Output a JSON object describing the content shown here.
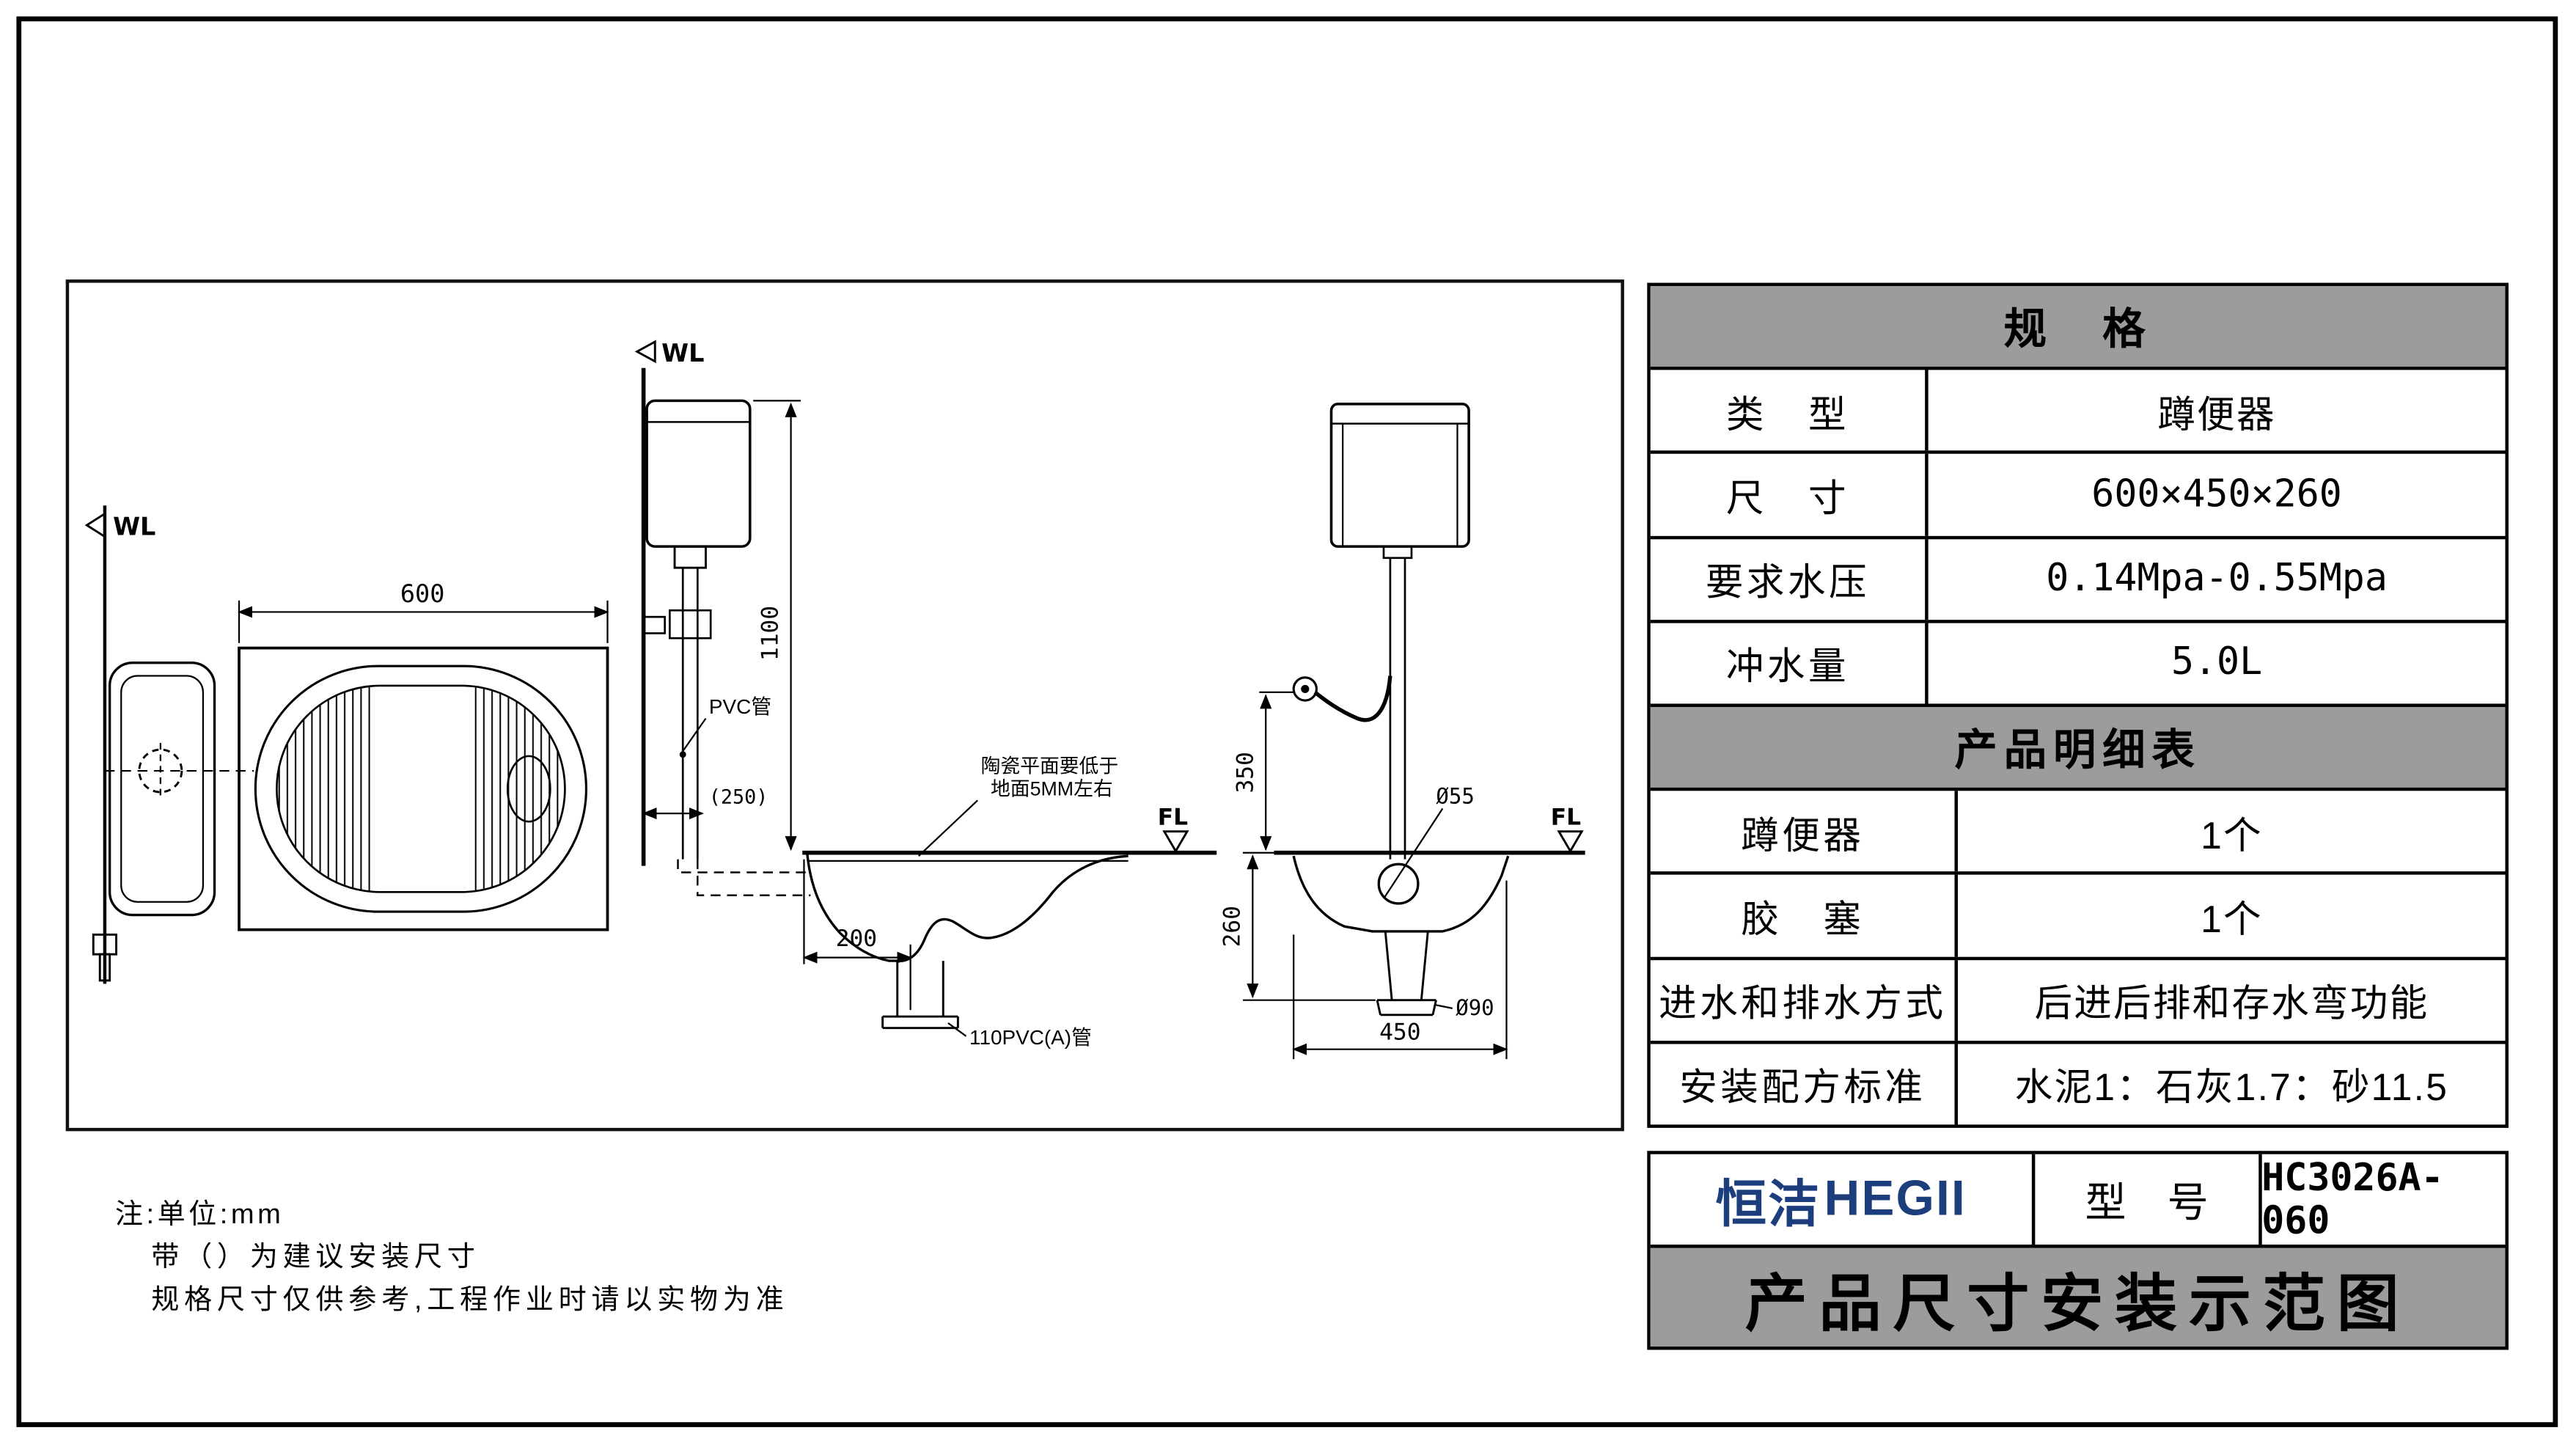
{
  "drawing": {
    "top_view": {
      "wl_label": "WL",
      "width_dim": "600"
    },
    "side_view": {
      "wl_label": "WL",
      "fl_label": "FL",
      "height_dim": "1100",
      "inset_dim": "(250)",
      "pvc_pipe_label": "PVC管",
      "ceramic_note_1": "陶瓷平面要低于",
      "ceramic_note_2": "地面5MM左右",
      "front_dim": "200",
      "drain_pipe_label": "110PVC(A)管"
    },
    "front_view": {
      "fl_label": "FL",
      "valve_height_dim": "350",
      "inlet_dia": "Ø55",
      "outlet_dia": "Ø90",
      "depth_dim": "260",
      "width_dim": "450"
    }
  },
  "spec_table": {
    "title": "规　格",
    "rows": [
      {
        "label": "类　型",
        "value": "蹲便器"
      },
      {
        "label": "尺　寸",
        "value": "600×450×260"
      },
      {
        "label": "要求水压",
        "value": "0.14Mpa-0.55Mpa"
      },
      {
        "label": "冲水量",
        "value": "5.0L"
      }
    ]
  },
  "detail_table": {
    "title": "产品明细表",
    "rows": [
      {
        "label": "蹲便器",
        "value": "1个"
      },
      {
        "label": "胶　塞",
        "value": "1个"
      },
      {
        "label": "进水和排水方式",
        "value": "后进后排和存水弯功能"
      },
      {
        "label": "安装配方标准",
        "value": "水泥1：石灰1.7：砂11.5"
      }
    ]
  },
  "title_block": {
    "brand_cn": "恒洁",
    "brand_en": "HEGII",
    "model_label": "型　号",
    "model_value": "HC3026A-060",
    "sheet_title": "产品尺寸安装示范图"
  },
  "notes": {
    "line1": "注:单位:mm",
    "line2": "带（）为建议安装尺寸",
    "line3": "规格尺寸仅供参考,工程作业时请以实物为准"
  },
  "colors": {
    "brand_navy": "#1d3e7d",
    "header_gray": "#9c9c9c",
    "line_black": "#000000"
  }
}
